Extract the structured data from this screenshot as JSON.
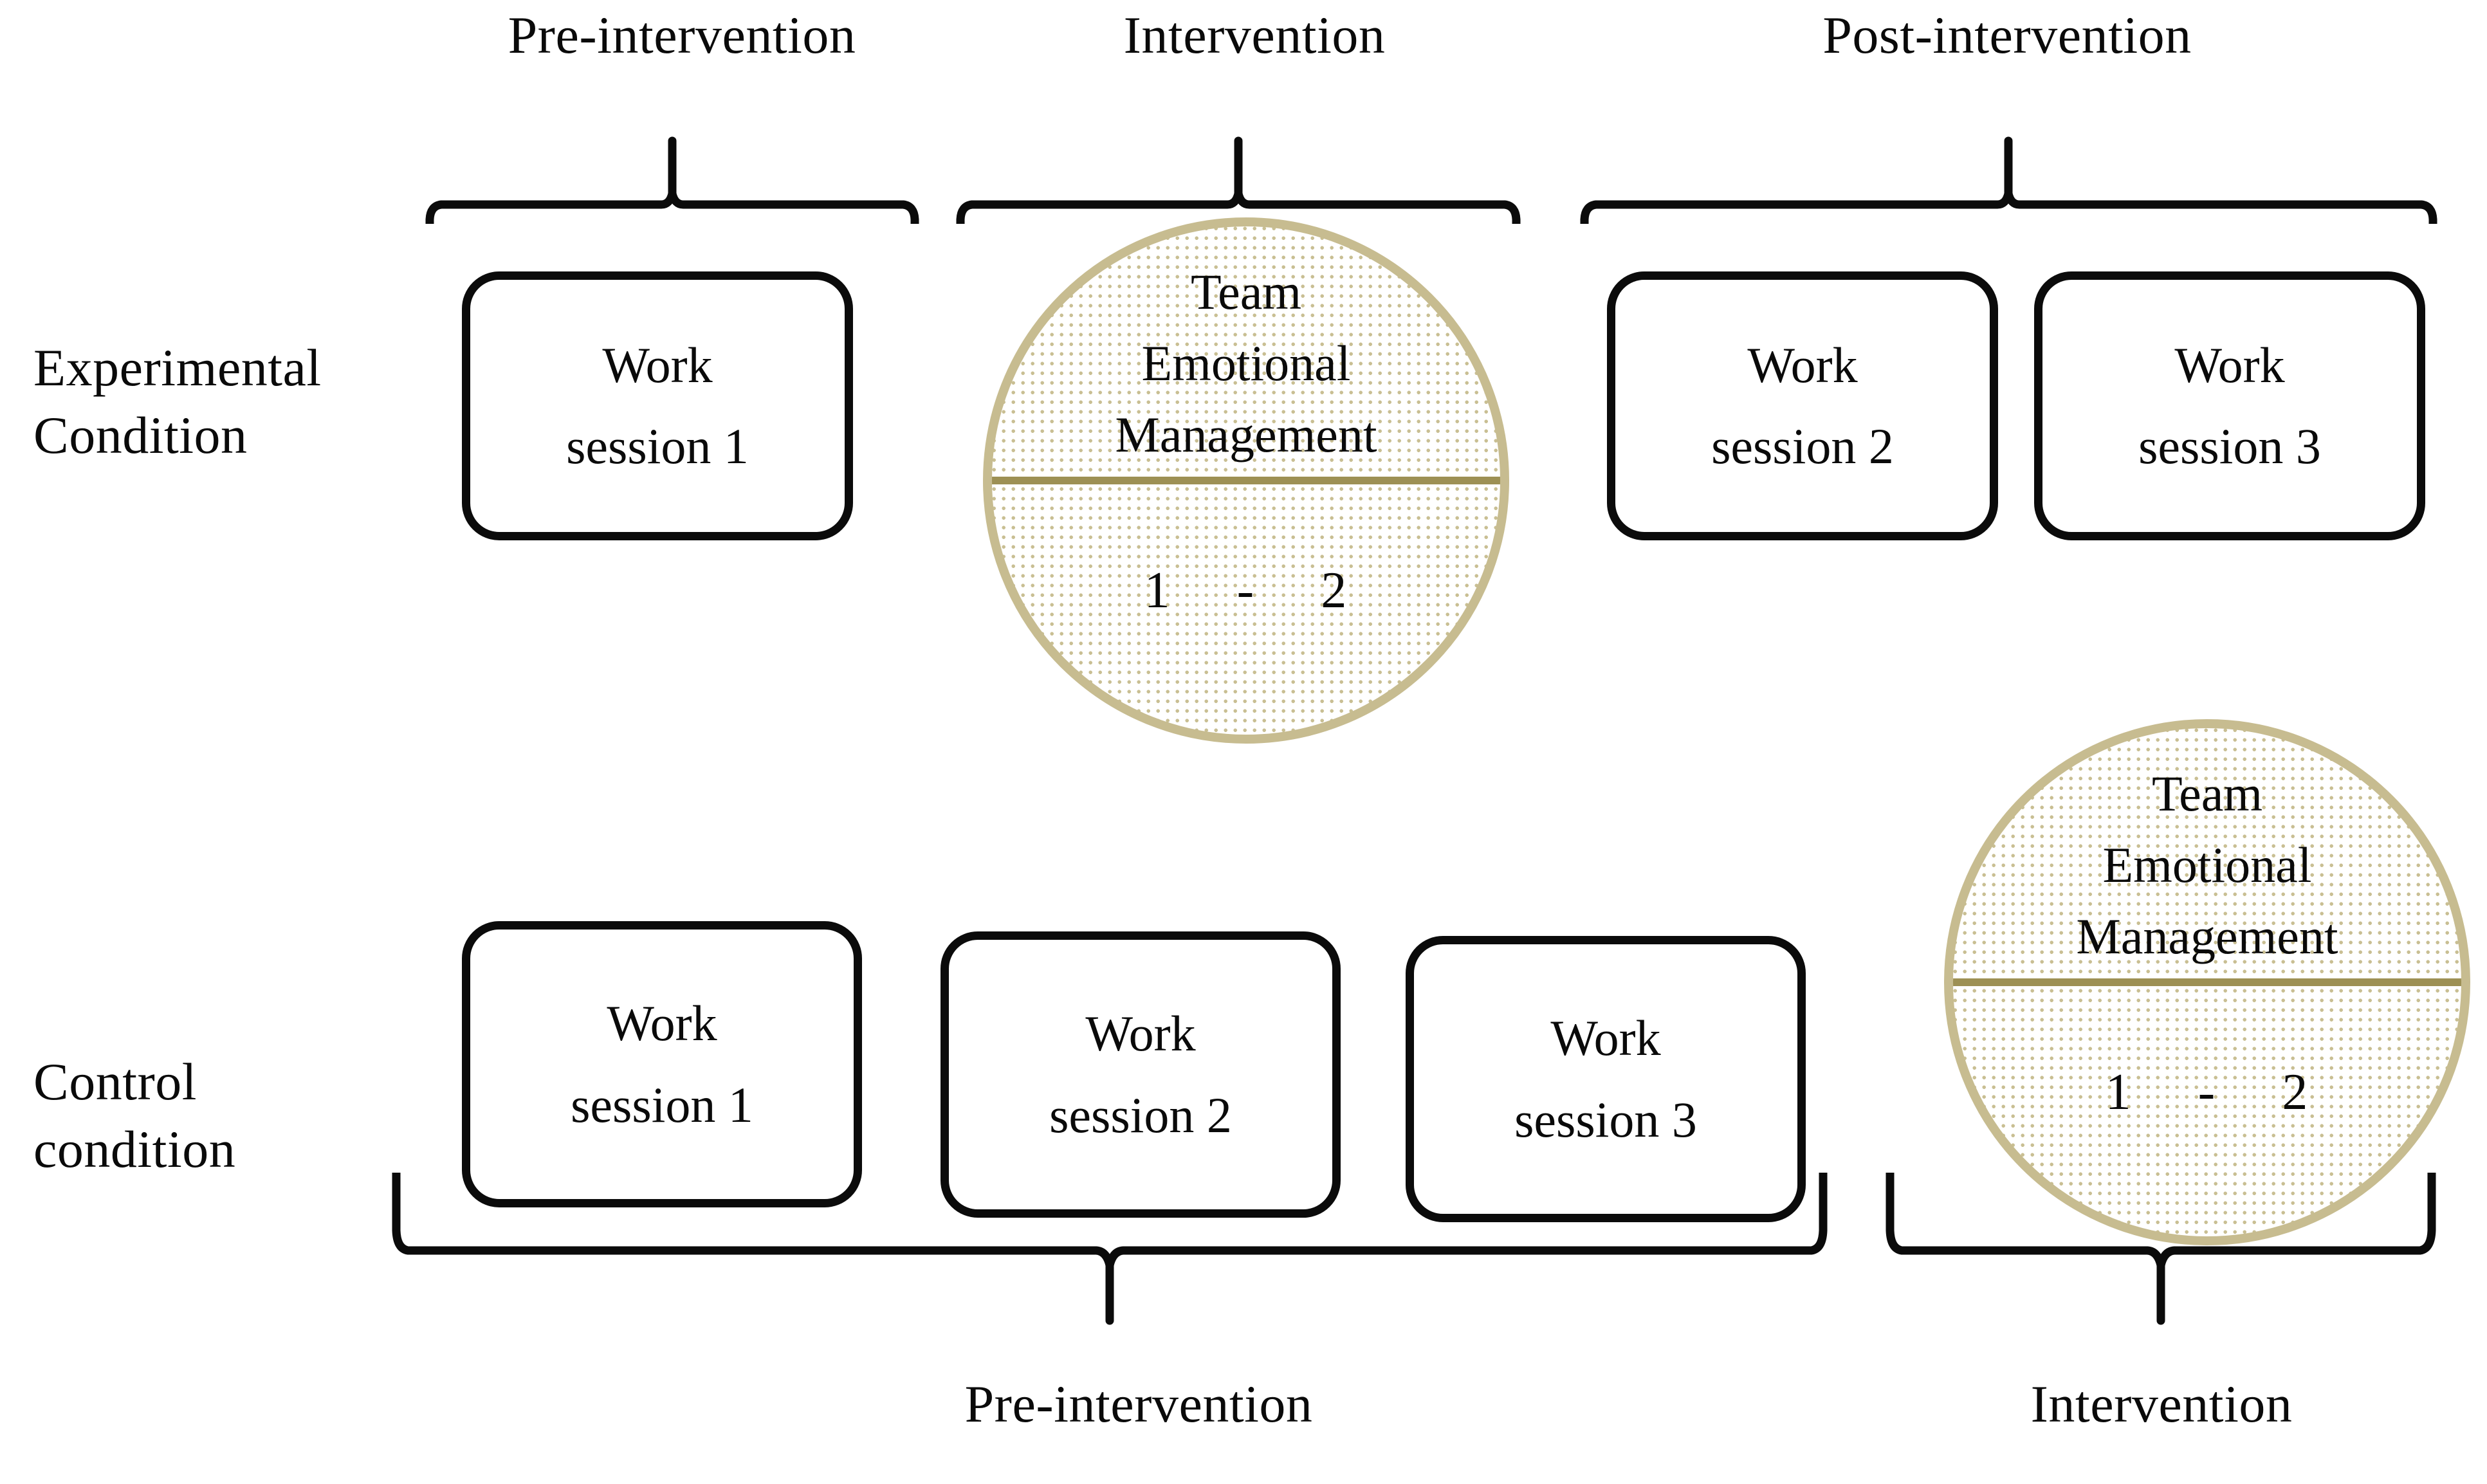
{
  "diagram": {
    "title": "Experimental study design: experimental vs control condition timeline",
    "colors": {
      "stroke": "#0b0b0b",
      "circle_border": "#c7bc90",
      "circle_dot": "#c9bf93",
      "circle_divider": "#9d9054",
      "background": "#ffffff"
    }
  },
  "phase_labels": {
    "top": [
      {
        "id": "top-pre",
        "text": "Pre-intervention"
      },
      {
        "id": "top-intervention",
        "text": "Intervention"
      },
      {
        "id": "top-post",
        "text": "Post-intervention"
      }
    ],
    "bottom": [
      {
        "id": "bottom-pre",
        "text": "Pre-intervention"
      },
      {
        "id": "bottom-intervention",
        "text": "Intervention"
      }
    ]
  },
  "rows": {
    "experimental": {
      "label_line1": "Experimental",
      "label_line2": "Condition",
      "items": [
        {
          "type": "session",
          "line1": "Work",
          "line2": "session 1"
        },
        {
          "type": "circle",
          "line1": "Team",
          "line2": "Emotional",
          "line3": "Management",
          "seq_left": "1",
          "seq_dash": "-",
          "seq_right": "2"
        },
        {
          "type": "session",
          "line1": "Work",
          "line2": "session 2"
        },
        {
          "type": "session",
          "line1": "Work",
          "line2": "session 3"
        }
      ]
    },
    "control": {
      "label_line1": "Control",
      "label_line2": "condition",
      "items": [
        {
          "type": "session",
          "line1": "Work",
          "line2": "session 1"
        },
        {
          "type": "session",
          "line1": "Work",
          "line2": "session 2"
        },
        {
          "type": "session",
          "line1": "Work",
          "line2": "session 3"
        },
        {
          "type": "circle",
          "line1": "Team",
          "line2": "Emotional",
          "line3": "Management",
          "seq_left": "1",
          "seq_dash": "-",
          "seq_right": "2"
        }
      ]
    }
  }
}
